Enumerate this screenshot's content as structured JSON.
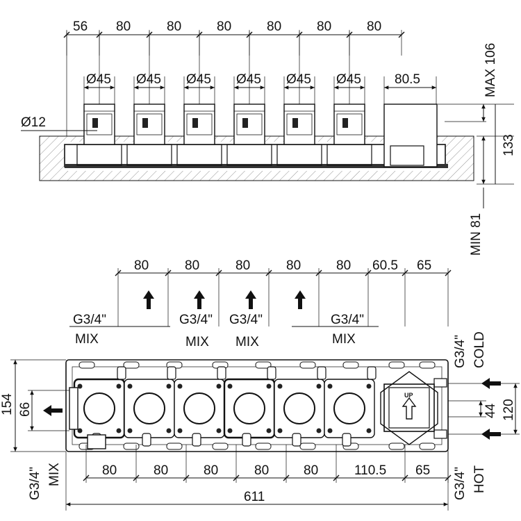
{
  "top_view": {
    "top_dims": [
      "56",
      "80",
      "80",
      "80",
      "80",
      "80",
      "80"
    ],
    "diameter_labels": [
      "Ø45",
      "Ø45",
      "Ø45",
      "Ø45",
      "Ø45",
      "Ø45"
    ],
    "last_width": "80.5",
    "left_diameter": "Ø12",
    "max_depth": "MAX 106",
    "height": "133",
    "min_depth": "MIN 81"
  },
  "bottom_view": {
    "top_dims": [
      "80",
      "80",
      "80",
      "80",
      "80",
      "60.5",
      "65"
    ],
    "outlets": [
      {
        "thread": "G3/4\"",
        "label": "MIX"
      },
      {
        "thread": "G3/4\"",
        "label": "MIX"
      },
      {
        "thread": "G3/4\"",
        "label": "MIX"
      },
      {
        "thread": "G3/4\"",
        "label": "MIX"
      }
    ],
    "bottom_dims": [
      "80",
      "80",
      "80",
      "80",
      "80",
      "110.5",
      "65"
    ],
    "total_width": "611",
    "left_height": "154",
    "left_inner": "66",
    "left_thread": "G3/4\"",
    "left_label": "MIX",
    "cold_thread": "G3/4\"",
    "cold_label": "COLD",
    "hot_thread": "G3/4\"",
    "hot_label": "HOT",
    "right_dim_outer": "120",
    "right_dim_inner": "44",
    "valve_badge": "UP"
  }
}
